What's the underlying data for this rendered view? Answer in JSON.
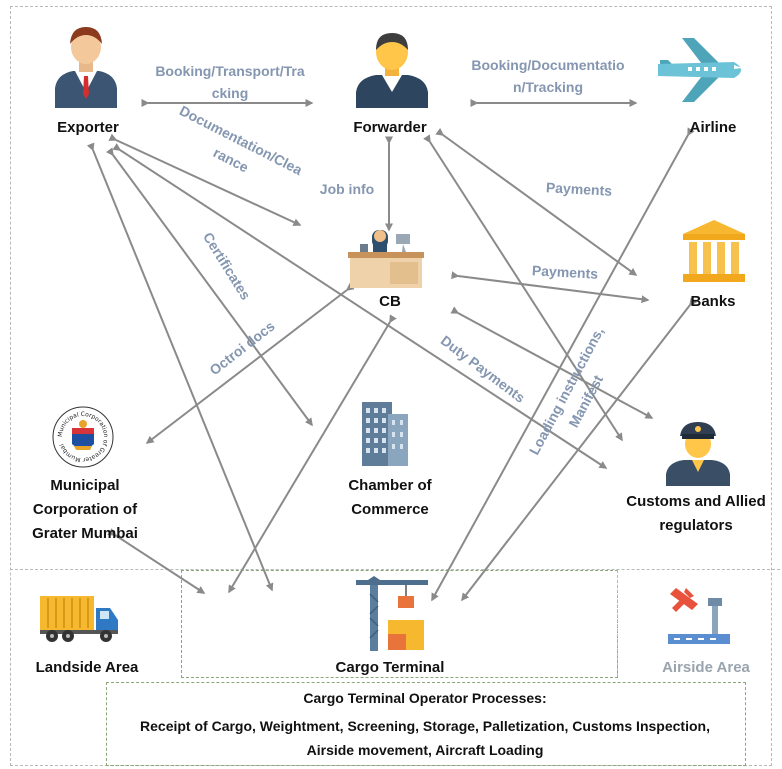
{
  "nodes": {
    "exporter": "Exporter",
    "forwarder": "Forwarder",
    "airline": "Airline",
    "cb": "CB",
    "banks": "Banks",
    "municipal": [
      "Municipal",
      "Corporation of",
      "Grater Mumbai"
    ],
    "chamber": [
      "Chamber of",
      "Commerce"
    ],
    "customs": [
      "Customs and Allied",
      "regulators"
    ]
  },
  "edges": {
    "exporter_forwarder": [
      "Booking/Transport/Tra",
      "cking"
    ],
    "forwarder_airline": [
      "Booking/Documentatio",
      "n/Tracking"
    ],
    "documentation": [
      "Documentation/Clea",
      "rance"
    ],
    "job_info": "Job info",
    "payments_forwarder": "Payments",
    "payments_cb": "Payments",
    "certificates": "Certificates",
    "octroi": "Octroi docs",
    "duty": "Duty Payments",
    "loading": [
      "Loading instructions,",
      "Manifest"
    ]
  },
  "areas": {
    "landside": "Landside Area",
    "terminal": "Cargo Terminal",
    "airside": "Airside Area"
  },
  "ops": {
    "title": "Cargo Terminal Operator Processes:",
    "text": "Receipt of Cargo, Weightment, Screening, Storage, Palletization, Customs Inspection, Airside movement, Aircraft Loading"
  },
  "emblem_text": "Municipal Corporation of Greater Mumbai",
  "colors": {
    "arrow": "#8a8a8a",
    "edge_label": "#8496b0",
    "terminal_box": "#8aa77a",
    "frame": "#b9b9b9"
  }
}
